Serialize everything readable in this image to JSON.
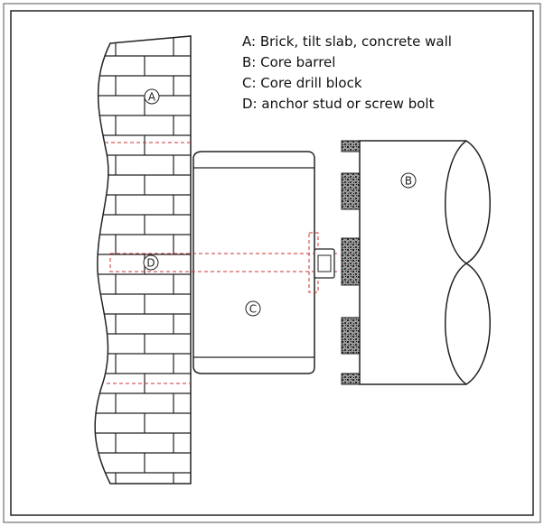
{
  "legend": [
    "A: Brick, tilt slab, concrete wall",
    "B: Core barrel",
    "C: Core drill block",
    "D: anchor stud or screw bolt"
  ],
  "markers": {
    "wall": "A",
    "barrel": "B",
    "block": "C",
    "anchor": "D"
  },
  "colors": {
    "line": "#222222",
    "dashed": "#cc3333",
    "segment_fill": "#444444"
  }
}
